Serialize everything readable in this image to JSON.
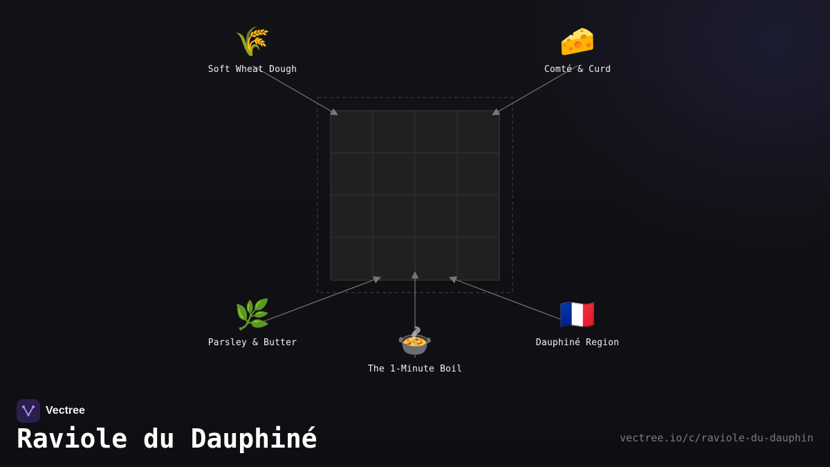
{
  "nodes": {
    "wheat": {
      "icon": "🌾",
      "label": "Soft Wheat Dough"
    },
    "cheese": {
      "icon": "🧀",
      "label": "Comté & Curd"
    },
    "parsley": {
      "icon": "🌿",
      "label": "Parsley & Butter"
    },
    "boil": {
      "icon": "🍲",
      "label": "The 1-Minute Boil"
    },
    "region": {
      "icon": "🇫🇷",
      "label": "Dauphiné Region"
    }
  },
  "brand": {
    "name": "Vectree",
    "logo_color": "#b38cff"
  },
  "page": {
    "title": "Raviole du Dauphiné",
    "url": "vectree.io/c/raviole-du-dauphin"
  },
  "colors": {
    "background": "#111116",
    "grid_fill": "#202020",
    "grid_line": "#333333",
    "arrow": "#777777",
    "dashed_frame": "#3a3a3a"
  }
}
